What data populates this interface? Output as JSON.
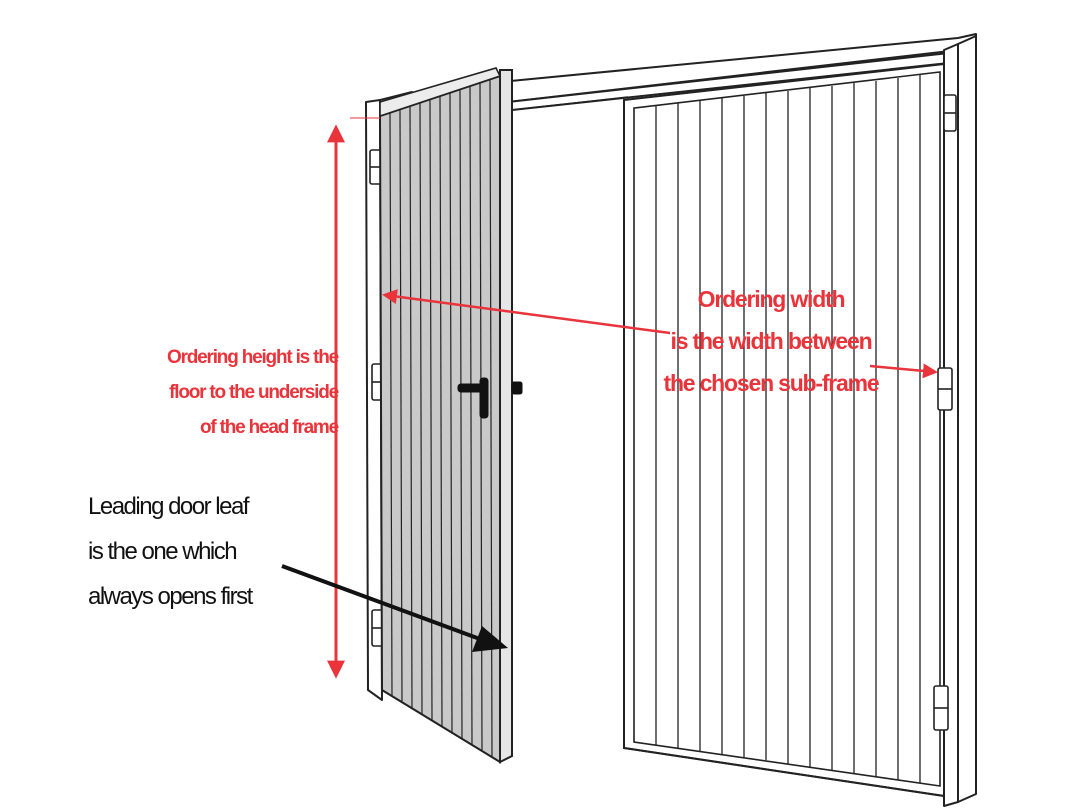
{
  "annotations": {
    "height_note": [
      "Ordering height is the",
      "floor to the underside",
      "of the head frame"
    ],
    "width_note": [
      "Ordering width",
      "is the width between",
      "the chosen sub-frame"
    ],
    "leaf_note": [
      "Leading door leaf",
      "is the one which",
      "always opens first"
    ]
  },
  "colors": {
    "annotation_red": "#e8343a",
    "annotation_black": "#111111",
    "door_shade": "#c9c9c9",
    "outline": "#222222"
  }
}
